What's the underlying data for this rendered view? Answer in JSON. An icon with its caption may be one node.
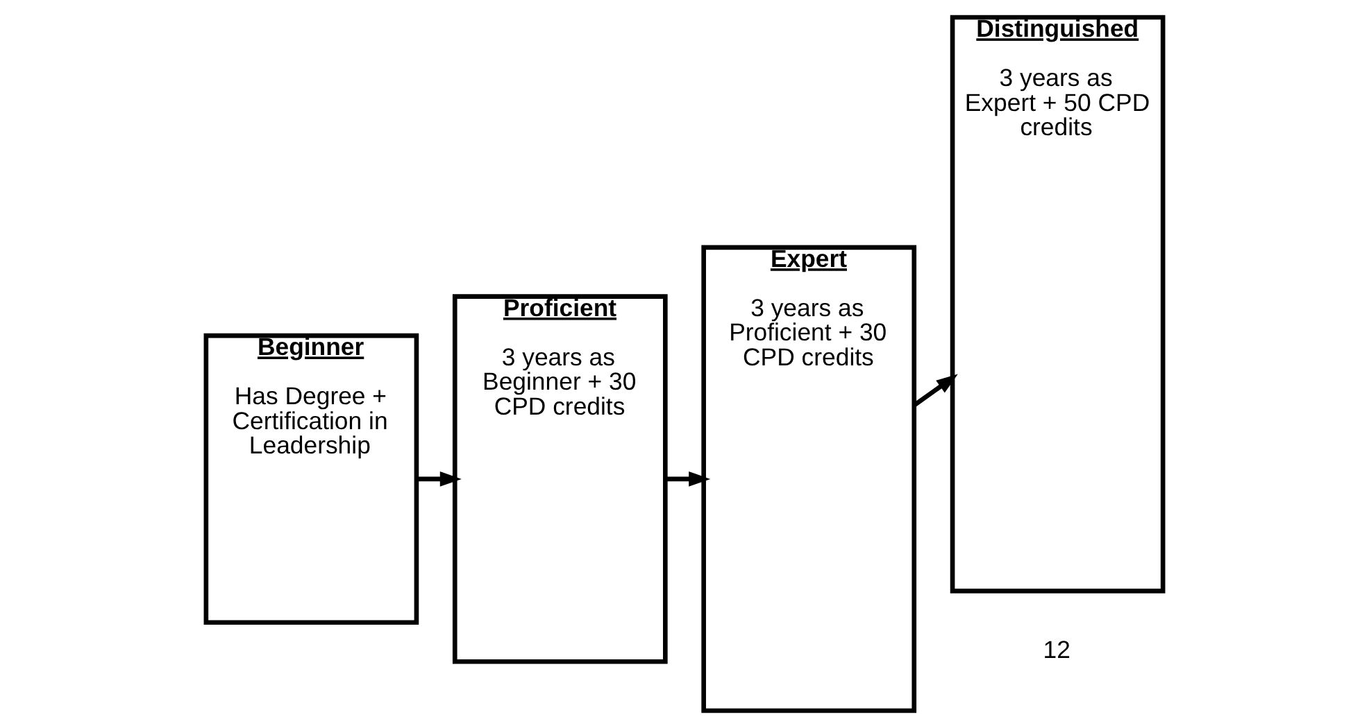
{
  "diagram": {
    "nodes": [
      {
        "text": [
          "Beginner",
          "Has Degree + Certification in Leadership"
        ]
      },
      {
        "text": [
          "Proficient",
          "3 years as Beginner + 30 CPD credits"
        ]
      },
      {
        "text": [
          "Expert",
          "3 years as Proficient + 30 CPD credits"
        ]
      },
      {
        "text": [
          "Distinguished",
          "3 years as Expert + 50 CPD credits"
        ]
      }
    ],
    "edges": [
      {
        "from": 0,
        "to": 1,
        "arrow": "to"
      },
      {
        "from": 1,
        "to": 2,
        "arrow": "to"
      },
      {
        "from": 2,
        "to": 3,
        "arrow": "to"
      }
    ],
    "labels": [
      "12"
    ]
  }
}
